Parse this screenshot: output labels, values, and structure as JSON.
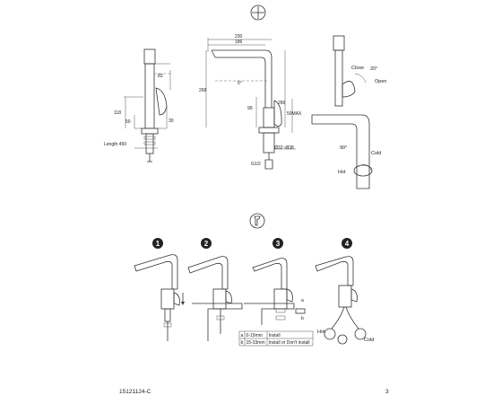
{
  "footer": {
    "code": "15121124-C",
    "page": "3"
  },
  "top_symbol": "plus-in-circle-icon",
  "mid_symbol": "wrench-in-circle-icon",
  "left_view": {
    "dims": {
      "d83": "83",
      "d118": "118",
      "d50": "50",
      "d30": "30",
      "length": "Length 450"
    }
  },
  "center_view": {
    "dims": {
      "d230": "230",
      "d186": "186",
      "d268": "268",
      "d99": "99",
      "d266": "266",
      "d5": "5°",
      "dmax": "50MAX",
      "dhole": "Ø32~Ø38",
      "thread": "G1/2"
    }
  },
  "right_view": {
    "labels": {
      "close": "Close",
      "angle_open": "20°",
      "open": "Open",
      "angle_rot": "90°",
      "cold": "Cold",
      "hot": "Hot"
    }
  },
  "steps": [
    {
      "num": "1"
    },
    {
      "num": "2"
    },
    {
      "num": "3"
    },
    {
      "num": "4"
    }
  ],
  "install_table": {
    "rows": [
      {
        "key": "a",
        "range": "0-15mm",
        "action": "Install"
      },
      {
        "key": "b",
        "range": "15-33mm",
        "action": "Install or Don't install"
      }
    ]
  },
  "step3_labels": {
    "a": "a",
    "b": "b"
  },
  "step4_labels": {
    "hot": "Hot",
    "cold": "Cold"
  }
}
